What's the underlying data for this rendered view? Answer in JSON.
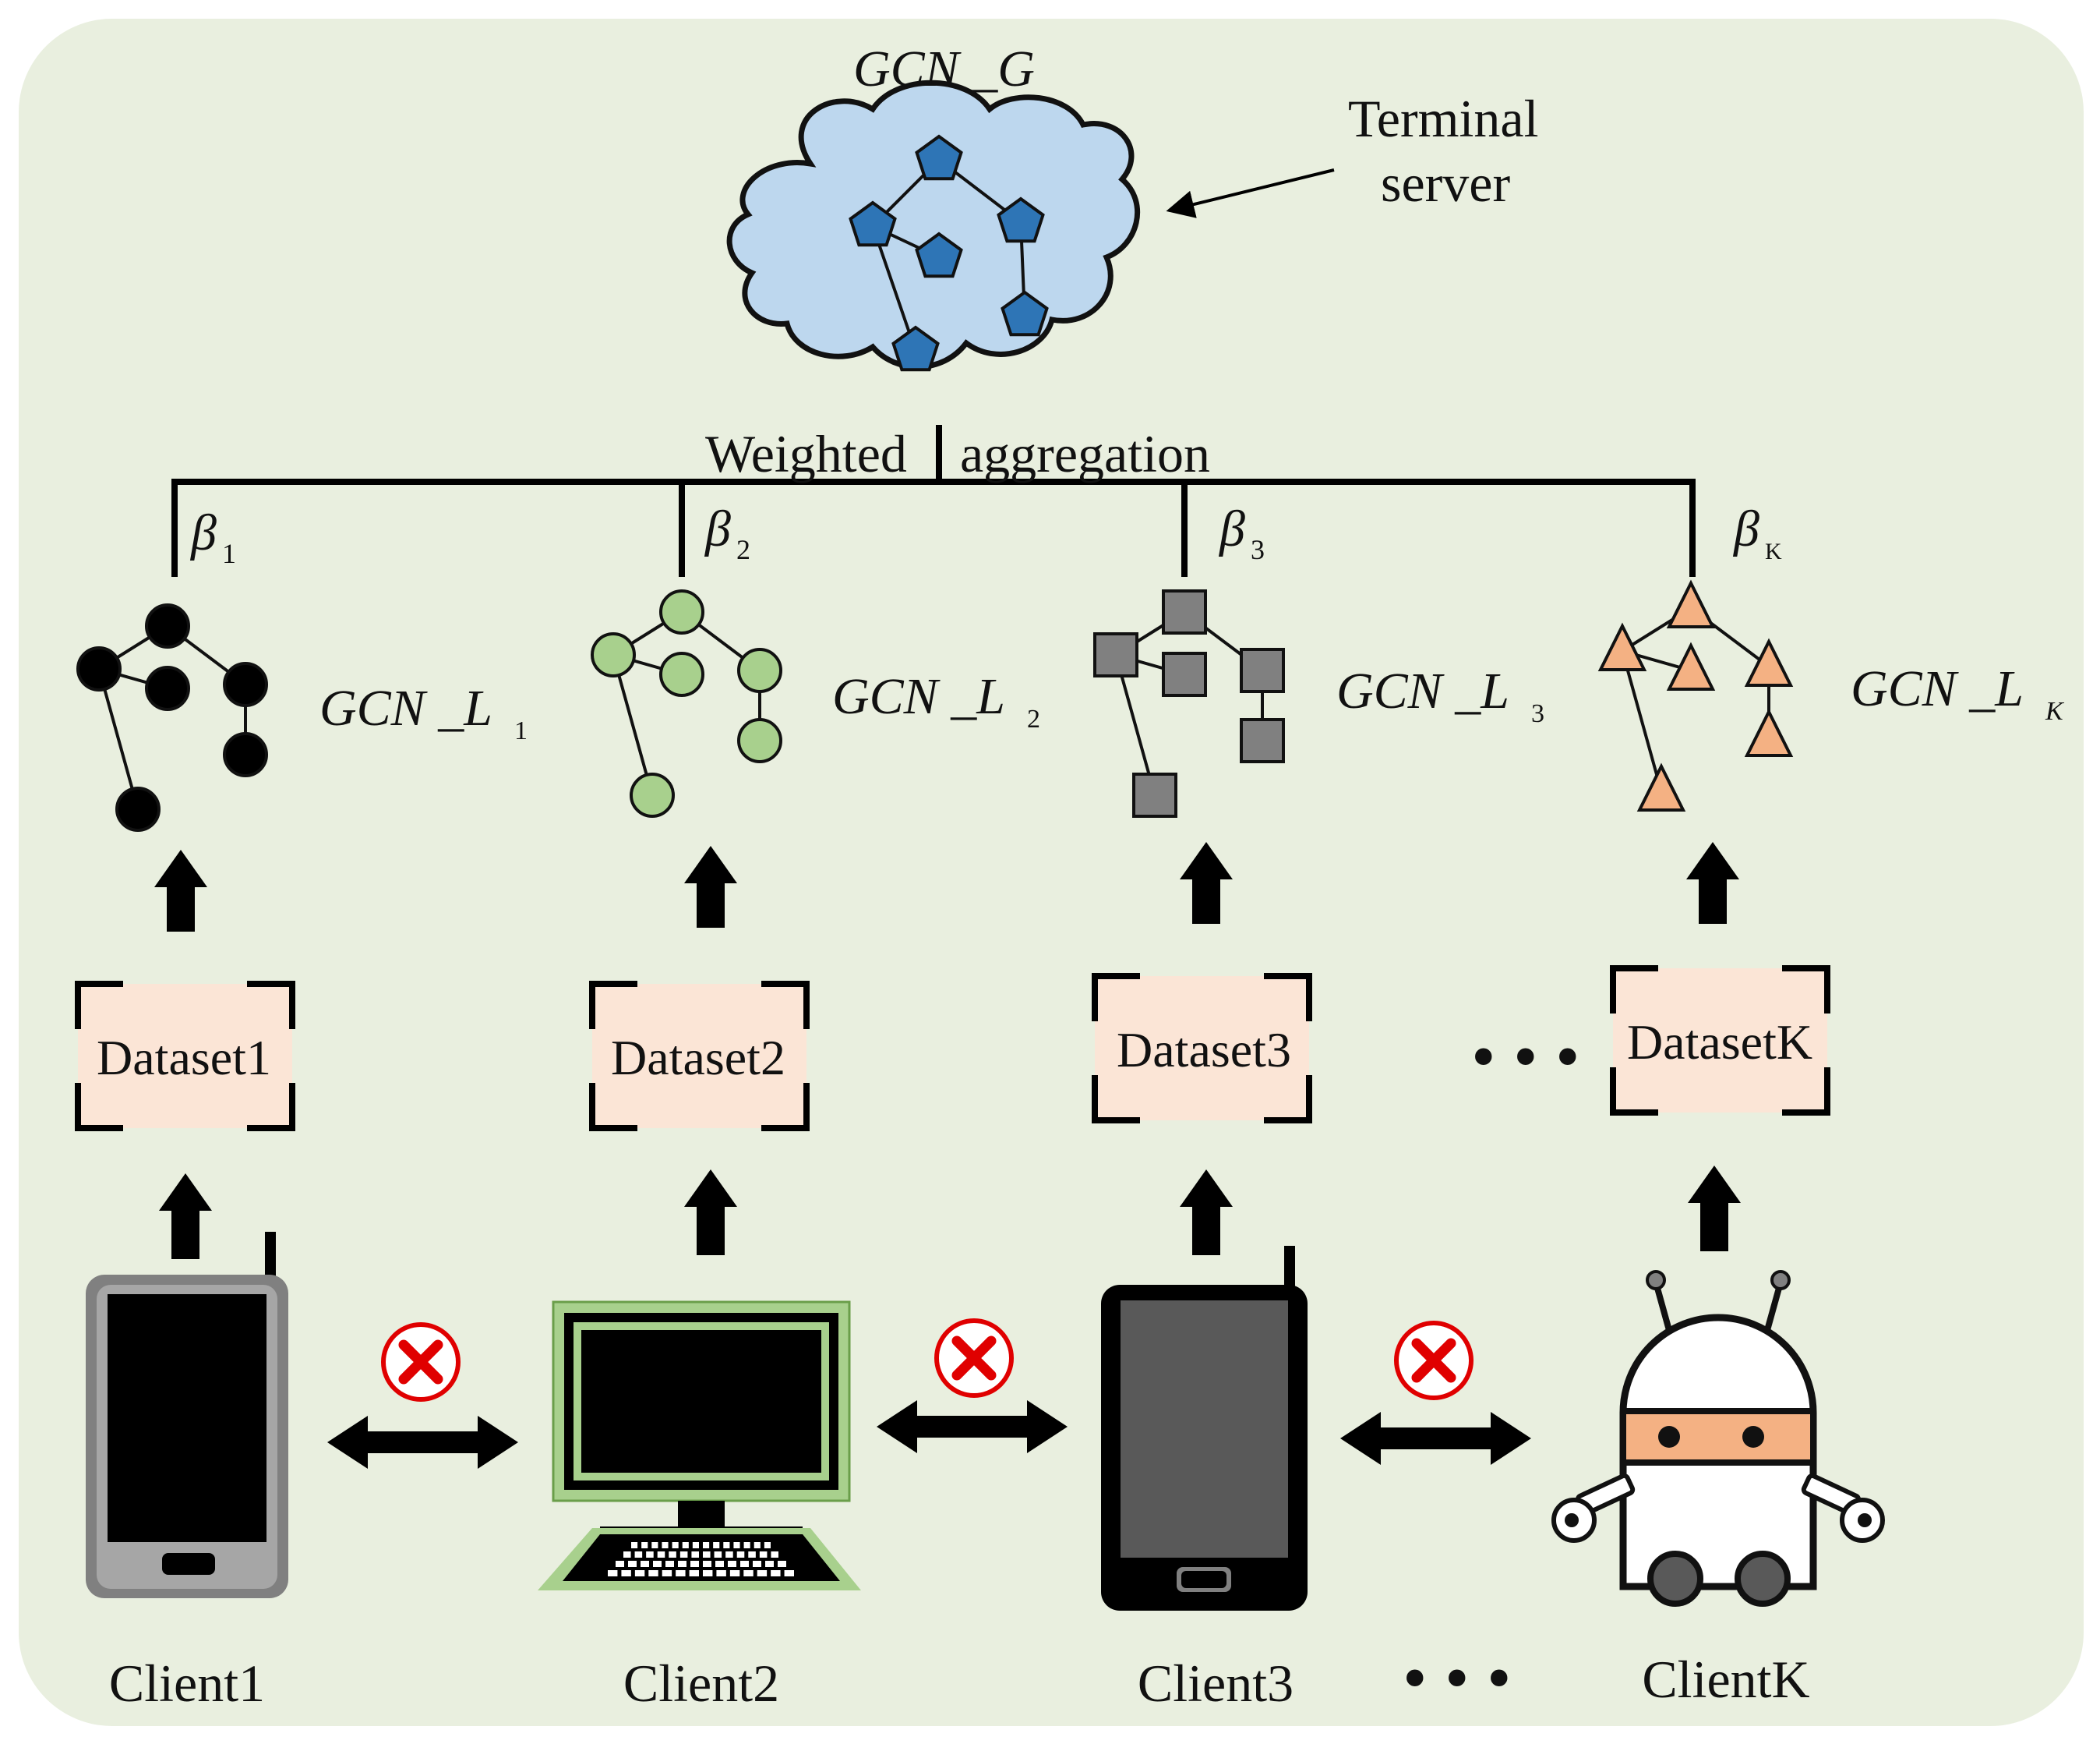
{
  "server": {
    "model_label": "GCN _G",
    "terminal_label_line1": "Terminal",
    "terminal_label_line2": "server"
  },
  "aggregation": {
    "label_left": "Weighted",
    "label_right": "aggregation"
  },
  "columns": [
    {
      "weight_symbol": "β",
      "weight_sub": "1",
      "model_main": "GCN _L",
      "model_sub": "1",
      "dataset": "Dataset1",
      "client": "Client1",
      "node_shape": "circle",
      "node_color": "#000000",
      "device_icon": "gray-smartphone-icon"
    },
    {
      "weight_symbol": "β",
      "weight_sub": "2",
      "model_main": "GCN _L",
      "model_sub": "2",
      "dataset": "Dataset2",
      "client": "Client2",
      "node_shape": "circle",
      "node_color": "#a8d08d",
      "device_icon": "desktop-computer-icon"
    },
    {
      "weight_symbol": "β",
      "weight_sub": "3",
      "model_main": "GCN _L",
      "model_sub": "3",
      "dataset": "Dataset3",
      "client": "Client3",
      "node_shape": "square",
      "node_color": "#808080",
      "device_icon": "black-smartphone-icon"
    },
    {
      "weight_symbol": "β",
      "weight_sub": "K",
      "model_main": "GCN _L",
      "model_sub": "K",
      "dataset": "DatasetK",
      "client": "ClientK",
      "node_shape": "triangle",
      "node_color": "#f4b183",
      "device_icon": "robot-icon"
    }
  ],
  "ellipsis": "• • •",
  "colors": {
    "background": "#e9efdf",
    "cloud_fill": "#bdd7ee",
    "server_node": "#2e75b6",
    "dataset_fill": "#fbe5d6",
    "forbidden_red": "#e00000",
    "robot_band": "#f4b183",
    "computer_green": "#a8d08d"
  }
}
